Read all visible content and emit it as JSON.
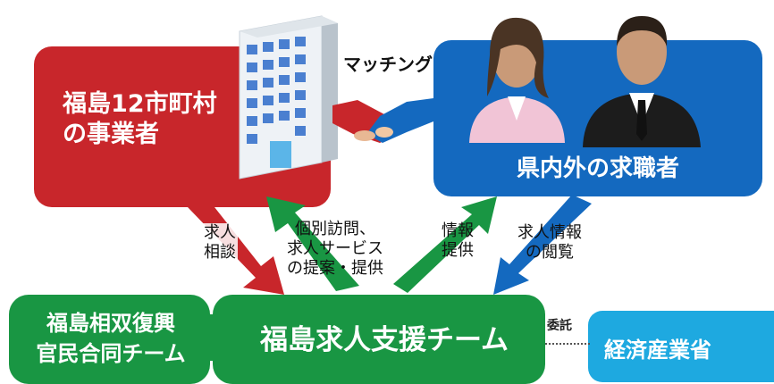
{
  "employers": {
    "line1": "福島12市町村",
    "line2": "の事業者"
  },
  "jobseekers": {
    "label": "県内外の求職者"
  },
  "matching": {
    "label": "マッチング"
  },
  "arrows": {
    "a1": {
      "line1": "求人",
      "line2": "相談"
    },
    "a2": {
      "line1": "個別訪問、",
      "line2": "求人サービス",
      "line3": "の提案・提供"
    },
    "a3": {
      "line1": "情報",
      "line2": "提供"
    },
    "a4": {
      "line1": "求人情報",
      "line2": "の閲覧"
    }
  },
  "joint_team": {
    "line1": "福島相双復興",
    "line2": "官民合同チーム"
  },
  "support_team": {
    "label": "福島求人支援チーム"
  },
  "commission": {
    "label": "委託"
  },
  "ministry": {
    "label": "経済産業省"
  },
  "colors": {
    "red": "#c8262b",
    "blue": "#1469bf",
    "green": "#199643",
    "cyan": "#1ea9e0"
  }
}
